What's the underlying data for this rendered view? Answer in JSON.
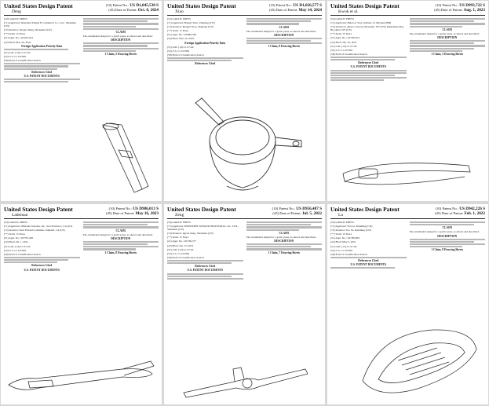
{
  "pages": [
    {
      "title": "United States Design Patent",
      "inventor": "Deng",
      "patent_no_label": "(10) Patent No.:",
      "patent_no": "US D1,045,538 S",
      "date_label": "(45) Date of Patent:",
      "date": "Oct. 8, 2024",
      "field_54": "(54) GARLIC PRESS",
      "field_71": "(71) Applicant: Shenzhen Yingda E-Commerce Co., Ltd., Shenzhen (CN)",
      "field_72": "(72) Inventor: Xiaojie Deng, Shenzhen (CN)",
      "field_term": "(**) Term: 15 Years",
      "field_21": "(21) Appl. No.: 29/934,104",
      "field_22": "(22) Filed: Mar. 26, 2024",
      "foreign_heading": "Foreign Application Priority Data",
      "loc": "(51) LOC (14) Cl. 07-04",
      "uscl": "(52) U.S. Cl. D7/681",
      "field_58": "(58) Field of Classification Search",
      "refs_heading": "References Cited",
      "us_docs": "U.S. PATENT DOCUMENTS",
      "claim_heading": "CLAIM",
      "desc_heading": "DESCRIPTION",
      "claim_text": "The ornamental design for a garlic press, as shown and described.",
      "drawing_note": "1 Claim, 5 Drawing Sheets"
    },
    {
      "title": "United States Design Patent",
      "inventor": "Xiao",
      "patent_no_label": "(10) Patent No.:",
      "patent_no": "US D1,026,577 S",
      "date_label": "(45) Date of Patent:",
      "date": "May 14, 2024",
      "field_54": "(54) GARLIC PRESS",
      "field_71": "(71) Applicant: Hongyi Xiao, Zhejiang (CN)",
      "field_72": "(72) Inventor: Hongyi Xiao, Zhejiang (CN)",
      "field_term": "(**) Term: 15 Years",
      "field_21": "(21) Appl. No.: 29/884,346",
      "field_22": "(22) Filed: Mar. 29, 2023",
      "foreign_heading": "Foreign Application Priority Data",
      "loc": "(51) LOC (14) Cl. 07-04",
      "uscl": "(52) U.S. Cl. D7/681",
      "field_58": "(58) Field of Classification Search",
      "refs_heading": "References Cited",
      "us_docs": "U.S. PATENT DOCUMENTS",
      "claim_heading": "CLAIM",
      "desc_heading": "DESCRIPTION",
      "claim_text": "The ornamental design for a garlic press, as shown and described.",
      "drawing_note": "1 Claim, 8 Drawing Sheets"
    },
    {
      "title": "United States Design Patent",
      "inventor": "Kwok et al.",
      "patent_no_label": "(10) Patent No.:",
      "patent_no": "US D993,722 S",
      "date_label": "(45) Date of Patent:",
      "date": "Aug. 1, 2023",
      "field_54": "(54) GARLIC PRESS",
      "field_71": "(71) Applicant: Helen of Troy Limited, St. Michael (BB)",
      "field_72": "(72) Inventors: Albert J. Kwok, Brooklyn, NY (US); Madeleine Mao, Brooklyn, NY (US)",
      "field_term": "(**) Term: 15 Years",
      "field_21": "(21) Appl. No.: 29/790,613",
      "field_22": "(22) Filed: Jun. 30, 2021",
      "foreign_heading": "",
      "loc": "(51) LOC (14) Cl. 07-04",
      "uscl": "(52) U.S. Cl. D7/681",
      "field_58": "(58) Field of Classification Search",
      "refs_heading": "References Cited",
      "us_docs": "U.S. PATENT DOCUMENTS",
      "claim_heading": "CLAIM",
      "desc_heading": "DESCRIPTION",
      "claim_text": "The ornamental design for a garlic press, as shown and described.",
      "drawing_note": "1 Claim, 5 Drawing Sheets"
    },
    {
      "title": "United States Design Patent",
      "inventor": "Lademan",
      "patent_no_label": "(10) Patent No.:",
      "patent_no": "US D986,013 S",
      "date_label": "(45) Date of Patent:",
      "date": "May 16, 2023",
      "field_54": "(54) GARLIC PRESS",
      "field_71": "(71) Applicant: Williams-Sonoma, Inc., San Francisco, CA (US)",
      "field_72": "(72) Inventor: Kurt Edward Lademan, Oakland, CA (US)",
      "field_term": "(**) Term: 15 Years",
      "field_21": "(21) Appl. No.: 29/795,448",
      "field_22": "(22) Filed: Jul. 1, 2021",
      "foreign_heading": "",
      "loc": "(51) LOC (14) Cl. 07-04",
      "uscl": "(52) U.S. Cl. D7/681",
      "field_58": "(58) Field of Classification Search",
      "refs_heading": "References Cited",
      "us_docs": "U.S. PATENT DOCUMENTS",
      "claim_heading": "CLAIM",
      "desc_heading": "DESCRIPTION",
      "claim_text": "The ornamental design for a garlic press, as shown and described.",
      "drawing_note": "1 Claim, 8 Drawing Sheets"
    },
    {
      "title": "United States Design Patent",
      "inventor": "Zeng",
      "patent_no_label": "(10) Patent No.:",
      "patent_no": "US D956,487 S",
      "date_label": "(45) Date of Patent:",
      "date": "Jul. 5, 2022",
      "field_54": "(54) GARLIC PRESS",
      "field_71": "(71) Applicant: SHENZHEN WINGER INDUSTRIAL CO., LTD., Shenzhen (CN)",
      "field_72": "(72) Inventor: Qiyou Zeng, Shenzhen (CN)",
      "field_term": "(**) Term: 15 Years",
      "field_21": "(21) Appl. No.: 29/766,377",
      "field_22": "(22) Filed: Jan. 15, 2021",
      "foreign_heading": "",
      "loc": "(51) LOC (13) Cl. 07-04",
      "uscl": "(52) U.S. Cl. D7/681",
      "field_58": "(58) Field of Classification Search",
      "refs_heading": "References Cited",
      "us_docs": "U.S. PATENT DOCUMENTS",
      "claim_heading": "CLAIM",
      "desc_heading": "DESCRIPTION",
      "claim_text": "The ornamental design for a garlic press, as shown and described.",
      "drawing_note": "1 Claim, 7 Drawing Sheets"
    },
    {
      "title": "United States Design Patent",
      "inventor": "Lu",
      "patent_no_label": "(10) Patent No.:",
      "patent_no": "US D942,226 S",
      "date_label": "(45) Date of Patent:",
      "date": "Feb. 1, 2022",
      "field_54": "(54) GARLIC PRESS",
      "field_71": "(71) Applicant: Tao Lu, Kunming (CN)",
      "field_72": "(72) Inventor: Tao Lu, Kunming (CN)",
      "field_term": "(**) Term: 15 Years",
      "field_21": "(21) Appl. No.: 29/780,009",
      "field_22": "(22) Filed: May 3, 2021",
      "foreign_heading": "",
      "loc": "(51) LOC (13) Cl. 07-04",
      "uscl": "(52) U.S. Cl. D7/681",
      "field_58": "(58) Field of Classification Search",
      "refs_heading": "References Cited",
      "us_docs": "U.S. PATENT DOCUMENTS",
      "claim_heading": "CLAIM",
      "desc_heading": "DESCRIPTION",
      "claim_text": "The ornamental design for a garlic press, as shown and described.",
      "drawing_note": "1 Claim, 8 Drawing Sheets"
    }
  ]
}
